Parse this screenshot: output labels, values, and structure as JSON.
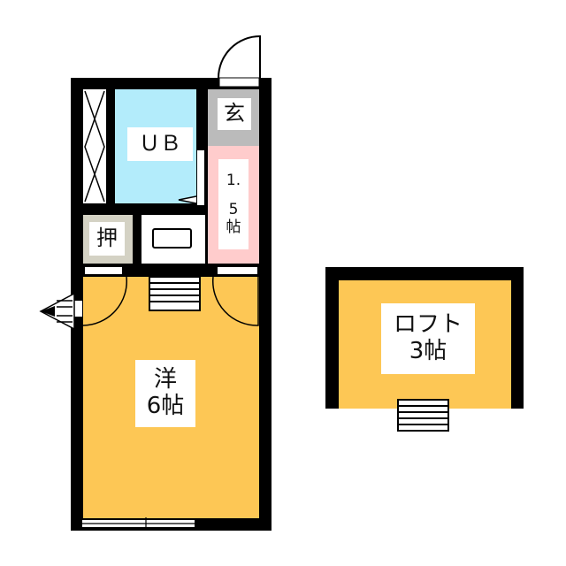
{
  "rooms": {
    "bath": {
      "label": "ＵＢ"
    },
    "entrance": {
      "label": "玄"
    },
    "kitchen": {
      "line1": "1.",
      "line2": "5",
      "line3": "帖"
    },
    "closet": {
      "label": "押"
    },
    "western": {
      "line1": "洋",
      "line2": "6帖"
    },
    "loft": {
      "line1": "ロフト",
      "line2": "3帖"
    }
  },
  "colors": {
    "wall": "#000000",
    "bath": "#b3ecfb",
    "entrance": "#bbbbbb",
    "kitchen": "#ffcccc",
    "closet": "#d4d2c4",
    "room": "#fdc755"
  }
}
